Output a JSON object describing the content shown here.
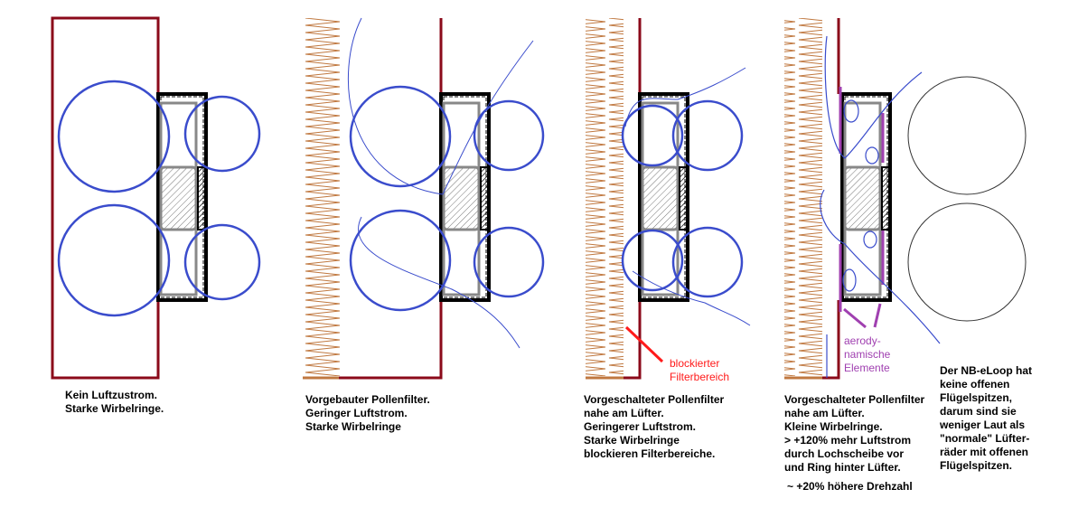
{
  "panels": [
    {
      "caption": [
        "Kein Luftzustrom.",
        "Starke Wirbelringe."
      ]
    },
    {
      "caption": [
        "Vorgebauter Pollenfilter.",
        "Geringer Luftstrom.",
        "Starke Wirbelringe"
      ]
    },
    {
      "caption": [
        "Vorgeschalteter Pollenfilter",
        "nahe am Lüfter.",
        "Geringerer Luftstrom.",
        "Starke Wirbelringe",
        "blockieren Filterbereiche."
      ],
      "annotation": [
        "blockierter",
        "Filterbereich"
      ]
    },
    {
      "caption": [
        "Vorgeschalteter Pollenfilter",
        "nahe am Lüfter.",
        "Kleine Wirbelringe.",
        "> +120% mehr Luftstrom",
        "durch Lochscheibe vor",
        "und Ring hinter Lüfter."
      ],
      "note": "~ +20% höhere Drehzahl",
      "annotation": [
        "aerody-",
        "namische",
        "Elemente"
      ]
    },
    {
      "caption": [
        "Der NB-eLoop hat",
        "keine offenen",
        "Flügelspitzen,",
        "darum sind sie",
        "weniger Laut als",
        "\"normale\" Lüfter-",
        "räder mit offenen",
        "Flügelspitzen."
      ]
    }
  ],
  "colors": {
    "wall": "#8b0a1a",
    "vortex": "#3a4ccc",
    "filter": "#c07840",
    "blocked": "#ff1a1a",
    "aero": "#a040b0"
  }
}
